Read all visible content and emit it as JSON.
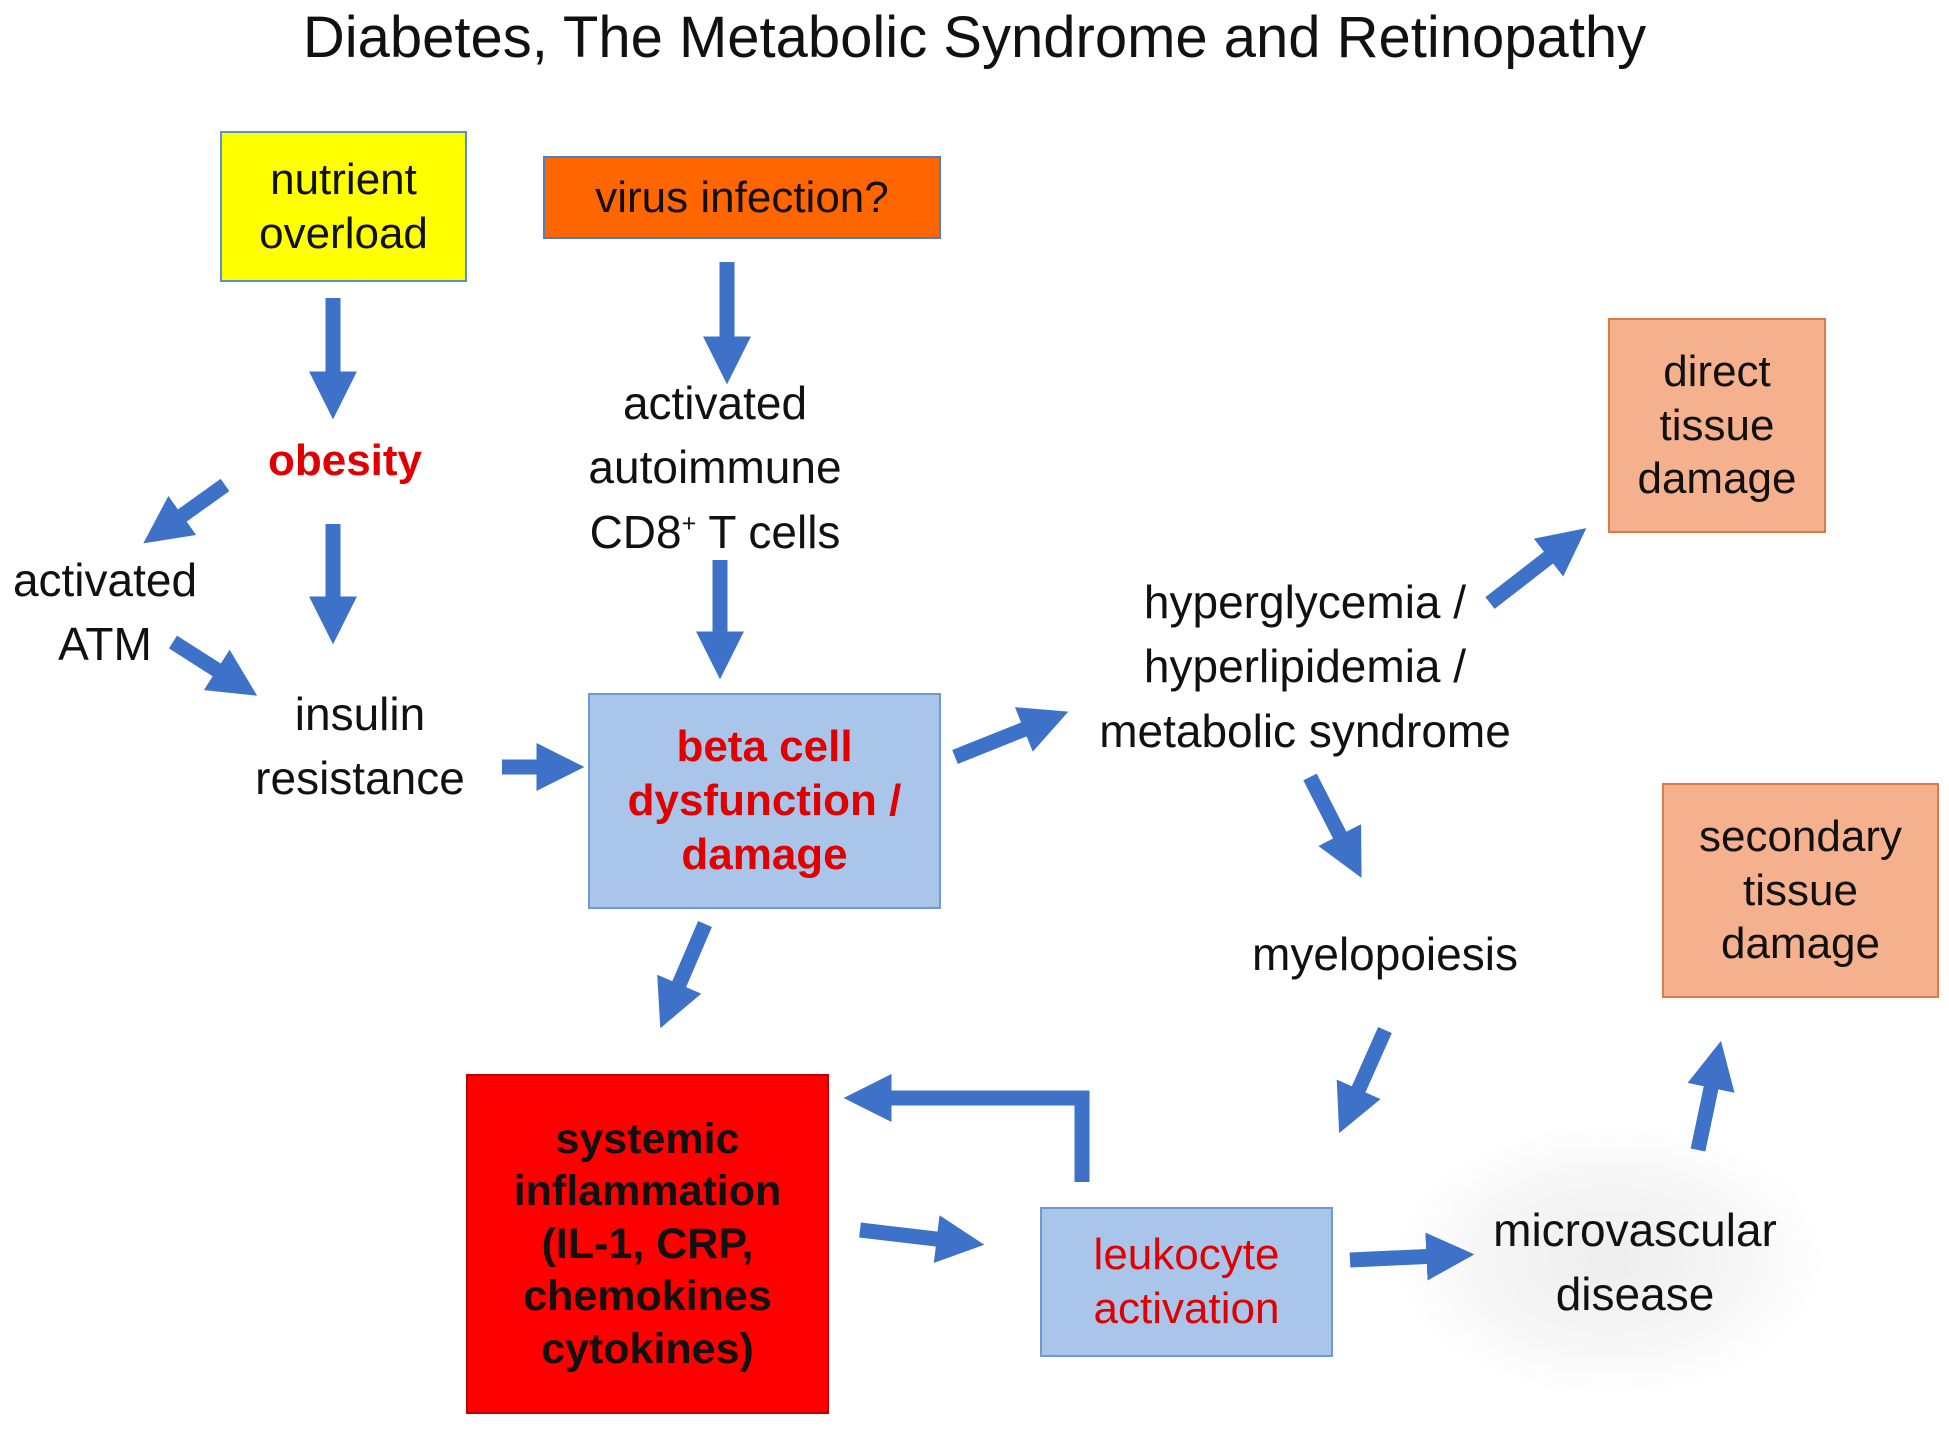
{
  "title": "Diabetes, The Metabolic Syndrome and Retinopathy",
  "nodes": {
    "nutrient_overload": [
      "nutrient",
      "overload"
    ],
    "virus_infection": "virus infection?",
    "obesity": "obesity",
    "activated_atm": [
      "activated",
      "ATM"
    ],
    "insulin_resistance": [
      "insulin",
      "resistance"
    ],
    "autoimmune": {
      "line1": "activated",
      "line2": "autoimmune",
      "line3_pre": "CD8",
      "line3_sup": "+",
      "line3_post": " T cells"
    },
    "beta_cell": [
      "beta cell",
      "dysfunction /",
      "damage"
    ],
    "hyperglycemia": [
      "hyperglycemia /",
      "hyperlipidemia /",
      "metabolic syndrome"
    ],
    "direct_damage": [
      "direct",
      "tissue",
      "damage"
    ],
    "myelopoiesis": "myelopoiesis",
    "secondary_damage": [
      "secondary",
      "tissue",
      "damage"
    ],
    "systemic_inflammation": [
      "systemic",
      "inflammation",
      "(IL-1, CRP,",
      "chemokines",
      "cytokines)"
    ],
    "leukocyte": [
      "leukocyte",
      "activation"
    ],
    "microvascular": [
      "microvascular",
      "disease"
    ]
  },
  "colors": {
    "arrow": "#3e72c8",
    "yellow_box": "#ffff00",
    "orange_box": "#ff6600",
    "blue_box": "#a9c6ea",
    "salmon_box": "#f5b08e",
    "red_box": "#ff0000",
    "red_text": "#e00000"
  }
}
